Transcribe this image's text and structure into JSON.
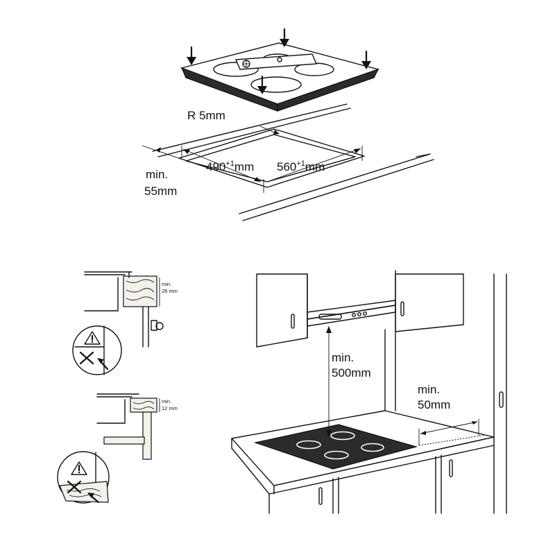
{
  "labels": {
    "radius": "R 5mm",
    "depth_value": "490",
    "depth_tolerance": "+1",
    "depth_unit": "mm",
    "width_value": "560",
    "width_tolerance": "+1",
    "width_unit": "mm",
    "min_edge_line1": "min.",
    "min_edge_line2": "55mm",
    "hood_line1": "min.",
    "hood_line2": "500mm",
    "wall_line1": "min.",
    "wall_line2": "50mm",
    "detail_top_line1": "min.",
    "detail_top_line2": "28 mm",
    "detail_bottom_line1": "min.",
    "detail_bottom_line2": "12 mm"
  },
  "icons": {
    "warning": "warning-triangle-icon",
    "forbidden": "cross-icon",
    "push_down": "down-arrow-icon"
  }
}
